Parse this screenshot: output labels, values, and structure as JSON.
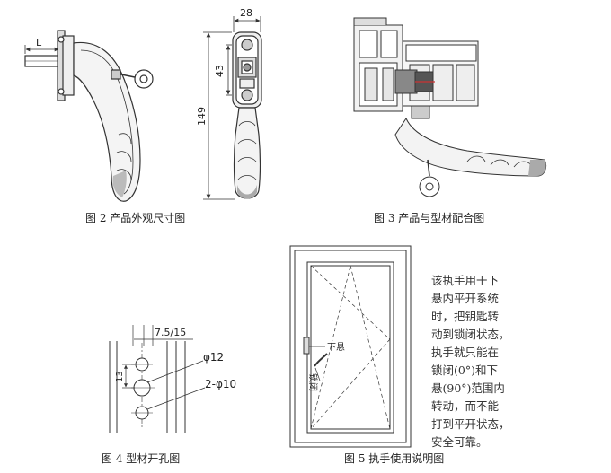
{
  "figures": {
    "fig2": {
      "caption": "图 2   产品外观尺寸图",
      "dim_top": "28",
      "dim_mid": "43",
      "dim_total": "149",
      "dim_l": "L"
    },
    "fig3": {
      "caption": "图 3   产品与型材配合图"
    },
    "fig4": {
      "caption": "图 4   型材开孔图",
      "dim_top": "7.5/15",
      "dim_side": "13",
      "hole_big": "φ12",
      "hole_small": "2-φ10"
    },
    "fig5": {
      "caption": "图 5   执手使用说明图",
      "label_down": "下悬",
      "label_closed": "锁闭"
    }
  },
  "description": {
    "lines": [
      "该执手用于下",
      "悬内平开系统",
      "时，把钥匙转",
      "动到锁闭状态，",
      "执手就只能在",
      "锁闭(0°)和下",
      "悬(90°)范围内",
      "转动，而不能",
      "打到平开状态，",
      "安全可靠。"
    ]
  }
}
